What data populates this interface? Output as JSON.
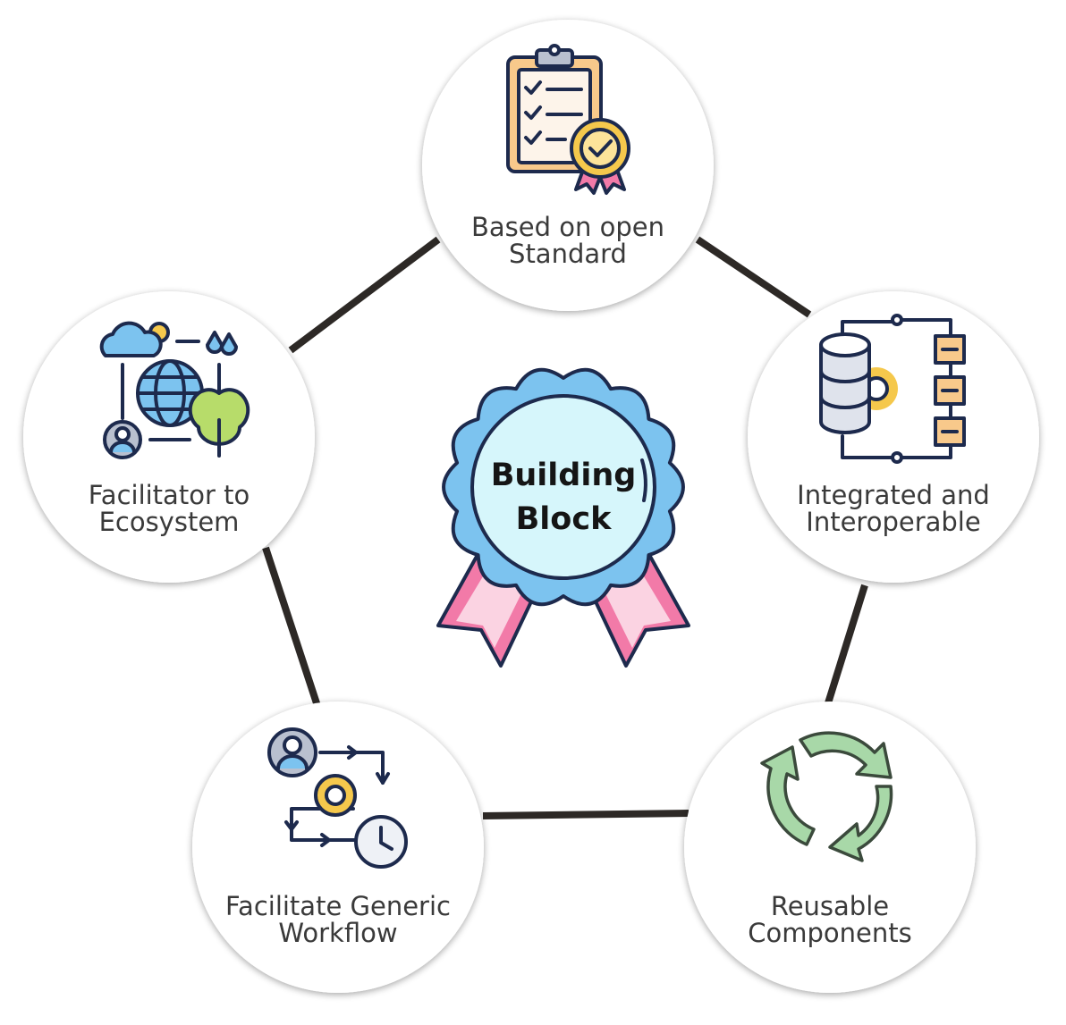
{
  "center": {
    "line1": "Building",
    "line2": "Block",
    "icon": "award-ribbon-icon"
  },
  "nodes": [
    {
      "id": "open-standard",
      "line1": "Based on open",
      "line2": "Standard",
      "icon": "clipboard-certified-icon"
    },
    {
      "id": "integrated",
      "line1": "Integrated and",
      "line2": "Interoperable",
      "icon": "database-gear-icon"
    },
    {
      "id": "reusable",
      "line1": "Reusable",
      "line2": "Components",
      "icon": "recycle-arrows-icon"
    },
    {
      "id": "workflow",
      "line1": "Facilitate Generic",
      "line2": "Workflow",
      "icon": "workflow-gear-icon"
    },
    {
      "id": "ecosystem",
      "line1": "Facilitator to",
      "line2": "Ecosystem",
      "icon": "globe-ecosystem-icon"
    }
  ],
  "colors": {
    "connector": "#2d2926",
    "circle_fill": "#ffffff",
    "circle_shadow": "#d9d9d9",
    "badge_outer": "#7cc3ef",
    "badge_inner": "#d6f6fb",
    "ribbon": "#f27aa8",
    "ribbon_light": "#fbd3e2",
    "outline": "#1d2a4d"
  }
}
